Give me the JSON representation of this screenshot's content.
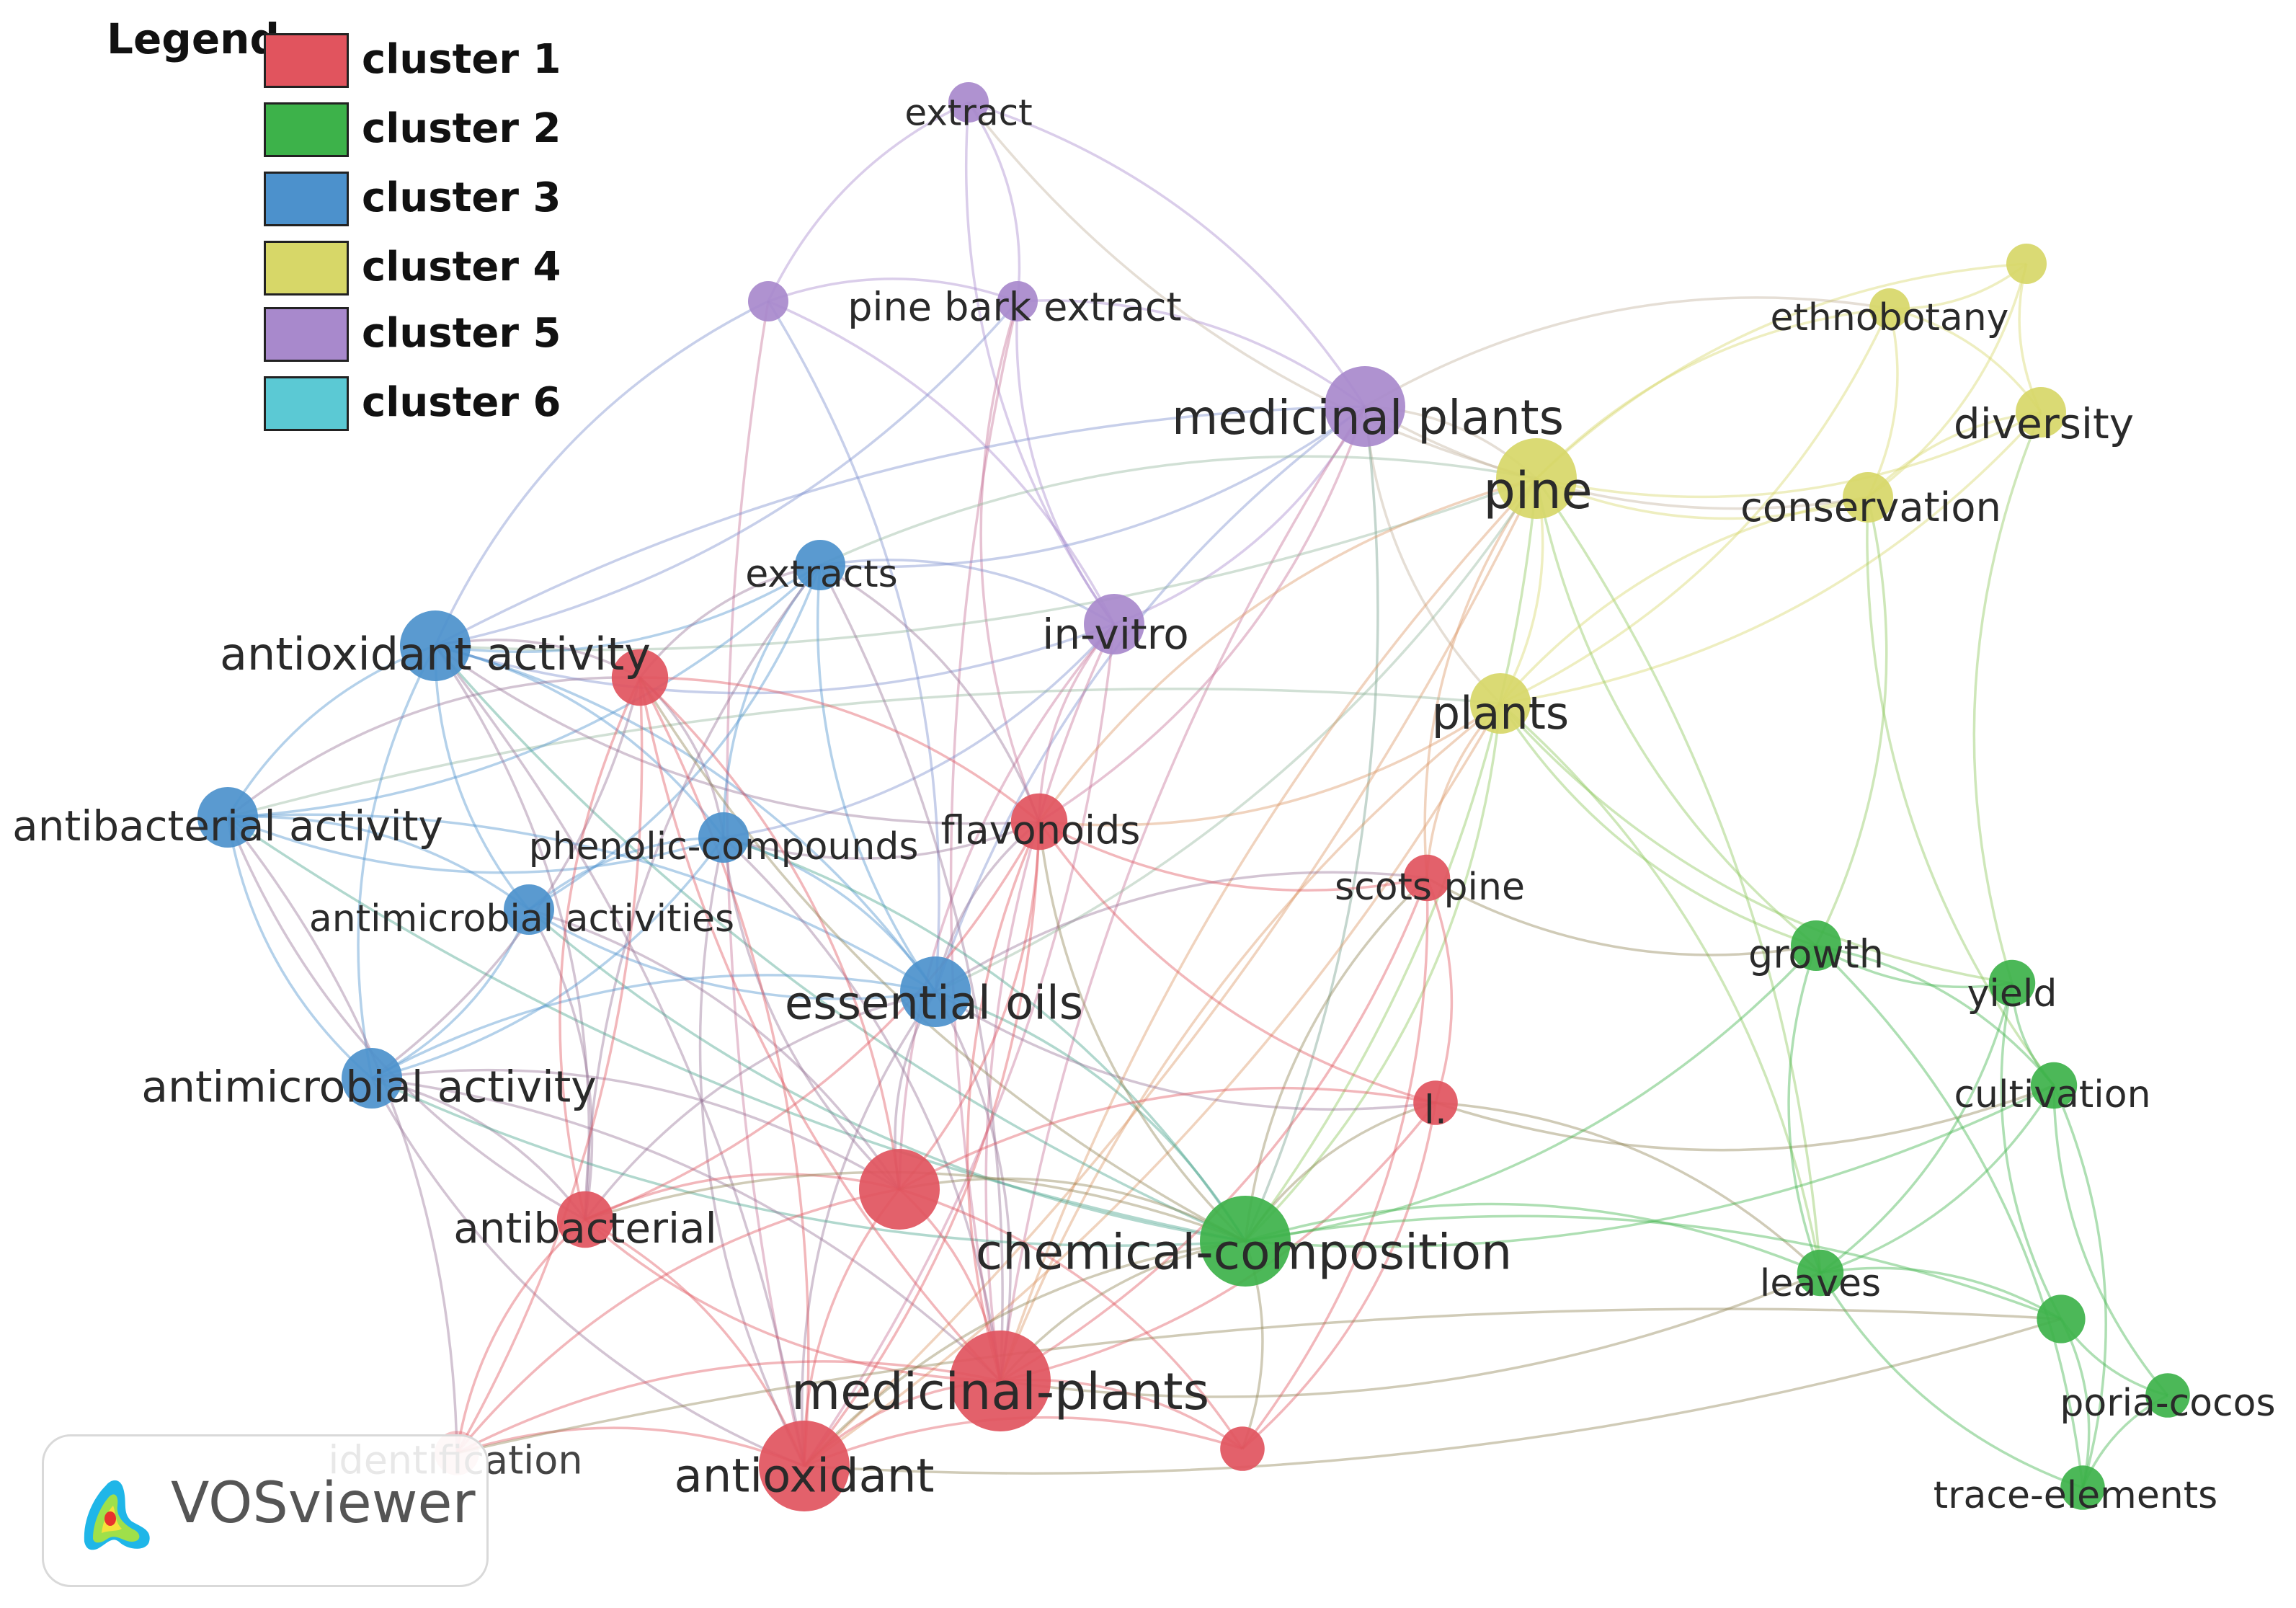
{
  "legend": {
    "title": "Legend",
    "clusters": [
      {
        "label": "cluster 1",
        "color": "#e1545e"
      },
      {
        "label": "cluster 2",
        "color": "#3db24a"
      },
      {
        "label": "cluster 3",
        "color": "#4c91cc"
      },
      {
        "label": "cluster 4",
        "color": "#d7d768"
      },
      {
        "label": "cluster 5",
        "color": "#a889cc"
      },
      {
        "label": "cluster 6",
        "color": "#5bc9d4"
      }
    ]
  },
  "watermark": {
    "text": "VOSviewer",
    "icon": "vosviewer-logo-icon"
  },
  "nodes": [
    {
      "id": "extract",
      "label": "extract",
      "cluster": 5,
      "size": 1
    },
    {
      "id": "pine-bark-node",
      "label": "",
      "cluster": 5,
      "size": 1
    },
    {
      "id": "pine bark extract",
      "label": "pine bark extract",
      "cluster": 5,
      "size": 1
    },
    {
      "id": "medicinal plants",
      "label": "medicinal plants",
      "cluster": 5,
      "size": 3
    },
    {
      "id": "in-vitro",
      "label": "in-vitro",
      "cluster": 5,
      "size": 2
    },
    {
      "id": "ethnobotany-top",
      "label": "",
      "cluster": 4,
      "size": 1
    },
    {
      "id": "ethnobotany",
      "label": "ethnobotany",
      "cluster": 4,
      "size": 1
    },
    {
      "id": "diversity",
      "label": "diversity",
      "cluster": 4,
      "size": 1.5
    },
    {
      "id": "pine",
      "label": "pine",
      "cluster": 4,
      "size": 3
    },
    {
      "id": "conservation",
      "label": "conservation",
      "cluster": 4,
      "size": 1.5
    },
    {
      "id": "plants",
      "label": "plants",
      "cluster": 4,
      "size": 2
    },
    {
      "id": "extracts",
      "label": "extracts",
      "cluster": 3,
      "size": 1.5
    },
    {
      "id": "antioxidant activity",
      "label": "antioxidant activity",
      "cluster": 3,
      "size": 2.5
    },
    {
      "id": "antibacterial activity",
      "label": "antibacterial activity",
      "cluster": 3,
      "size": 2
    },
    {
      "id": "phenolic-compounds",
      "label": "phenolic-compounds",
      "cluster": 3,
      "size": 1.5
    },
    {
      "id": "antimicrobial activities",
      "label": "antimicrobial activities",
      "cluster": 3,
      "size": 1.5
    },
    {
      "id": "essential oils",
      "label": "essential oils",
      "cluster": 3,
      "size": 2.5
    },
    {
      "id": "antimicrobial activity",
      "label": "antimicrobial activity",
      "cluster": 3,
      "size": 2
    },
    {
      "id": "cluster1-node-a",
      "label": "",
      "cluster": 1,
      "size": 1.8
    },
    {
      "id": "flavonoids",
      "label": "flavonoids",
      "cluster": 1,
      "size": 1.8
    },
    {
      "id": "scots pine",
      "label": "scots pine",
      "cluster": 1,
      "size": 1.3
    },
    {
      "id": "l.",
      "label": "l.",
      "cluster": 1,
      "size": 1.2
    },
    {
      "id": "cluster1-node-b",
      "label": "",
      "cluster": 1,
      "size": 3
    },
    {
      "id": "antibacterial",
      "label": "antibacterial",
      "cluster": 1,
      "size": 1.8
    },
    {
      "id": "medicinal-plants",
      "label": "medicinal-plants",
      "cluster": 1,
      "size": 4
    },
    {
      "id": "antioxidant",
      "label": "antioxidant",
      "cluster": 1,
      "size": 3.5
    },
    {
      "id": "identification",
      "label": "identification",
      "cluster": 1,
      "size": 1.2
    },
    {
      "id": "cluster1-node-c",
      "label": "",
      "cluster": 1,
      "size": 1.2
    },
    {
      "id": "chemical-composition",
      "label": "chemical-composition",
      "cluster": 2,
      "size": 3.5
    },
    {
      "id": "growth",
      "label": "growth",
      "cluster": 2,
      "size": 1.5
    },
    {
      "id": "yield",
      "label": "yield",
      "cluster": 2,
      "size": 1.3
    },
    {
      "id": "cultivation",
      "label": "cultivation",
      "cluster": 2,
      "size": 1.3
    },
    {
      "id": "leaves",
      "label": "leaves",
      "cluster": 2,
      "size": 1.3
    },
    {
      "id": "cluster2-node-a",
      "label": "",
      "cluster": 2,
      "size": 1.4
    },
    {
      "id": "poria-cocos",
      "label": "poria-cocos",
      "cluster": 2,
      "size": 1.2
    },
    {
      "id": "trace-elements",
      "label": "trace-elements",
      "cluster": 2,
      "size": 1.2
    }
  ]
}
